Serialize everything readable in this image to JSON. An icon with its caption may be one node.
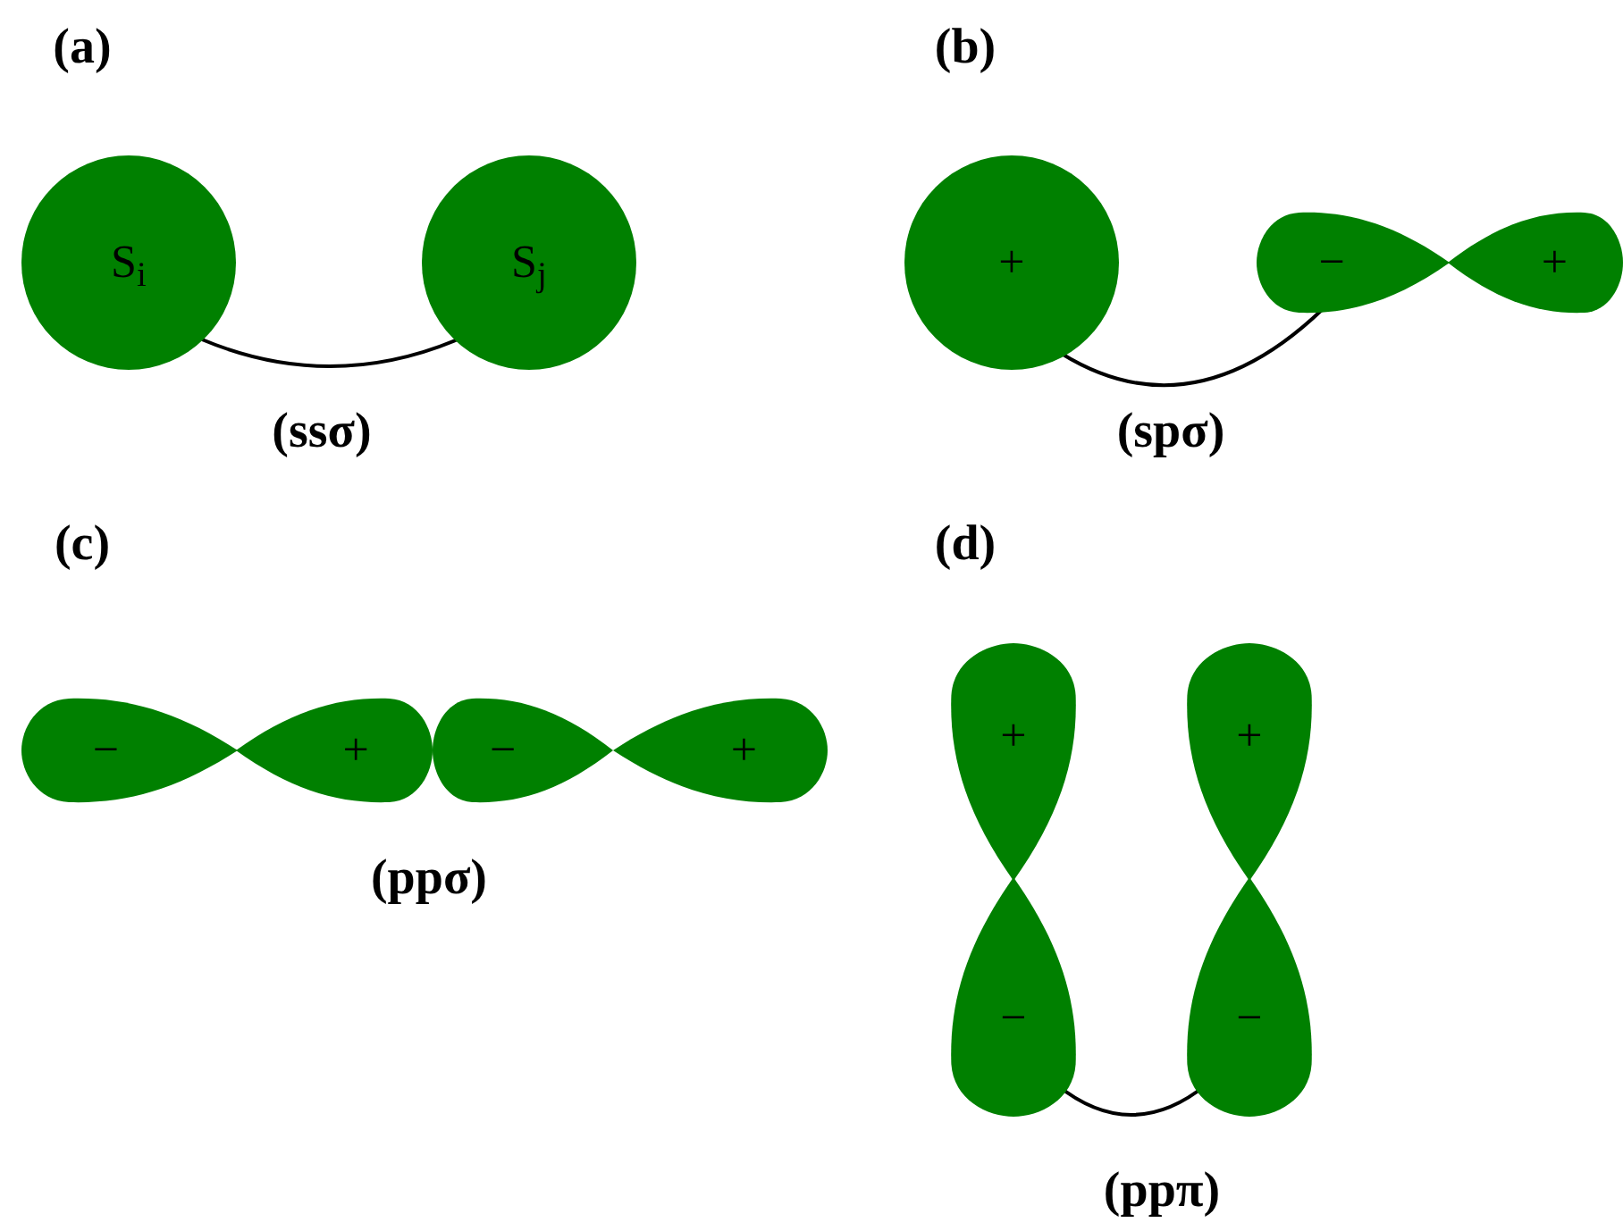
{
  "diagram": {
    "nodes": [
      {
        "text": [
          "S$_{i}$"
        ]
      },
      {
        "text": [
          "S$_{j}$"
        ]
      },
      {
        "text": [
          "+"
        ]
      },
      {
        "text": [
          "−"
        ]
      },
      {
        "text": [
          "+"
        ]
      },
      {
        "text": [
          "−"
        ]
      },
      {
        "text": [
          "+"
        ]
      },
      {
        "text": [
          "−"
        ]
      },
      {
        "text": [
          "+"
        ]
      },
      {
        "text": [
          "+"
        ]
      },
      {
        "text": [
          "+"
        ]
      },
      {
        "text": [
          "−"
        ]
      },
      {
        "text": [
          "−"
        ]
      }
    ],
    "edges": [
      {
        "from": 0,
        "to": 1,
        "arrow": "none",
        "label": "(ssσ)"
      },
      {
        "from": 2,
        "to": 3,
        "arrow": "none",
        "label": "(spσ)"
      },
      {
        "from": 11,
        "to": 12,
        "arrow": "none",
        "label": "(ppπ)"
      }
    ],
    "labels": [
      "(a)",
      "(b)",
      "(c)",
      "(d)",
      "(ppσ)"
    ]
  }
}
